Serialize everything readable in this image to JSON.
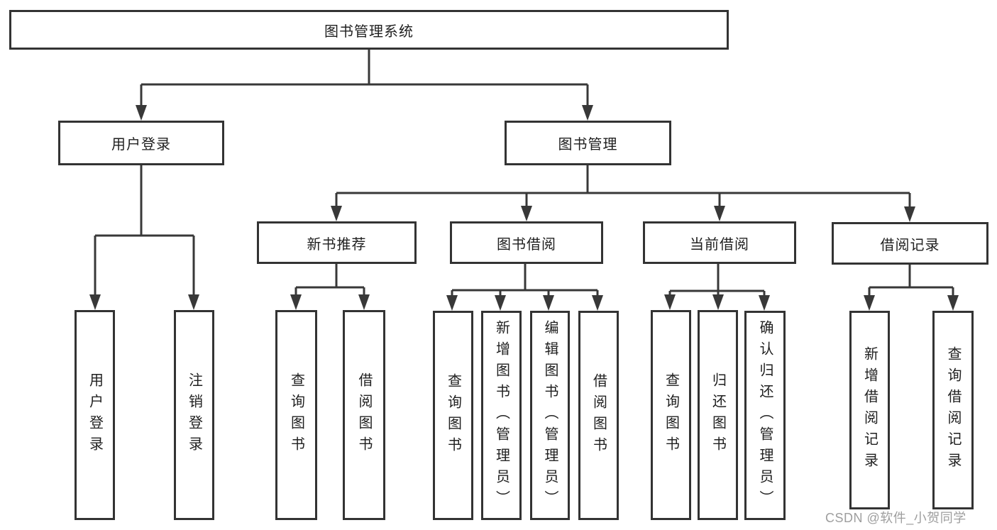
{
  "diagram": {
    "title": "图书管理系统",
    "root": {
      "label": "图书管理系统"
    },
    "login": {
      "label": "用户登录",
      "children": [
        {
          "label": "用户登录"
        },
        {
          "label": "注销登录"
        }
      ]
    },
    "manage": {
      "label": "图书管理",
      "sections": [
        {
          "label": "新书推荐",
          "children": [
            {
              "label": "查询图书"
            },
            {
              "label": "借阅图书"
            }
          ]
        },
        {
          "label": "图书借阅",
          "children": [
            {
              "label": "查询图书"
            },
            {
              "label": "新增图书（管理员）"
            },
            {
              "label": "编辑图书（管理员）"
            },
            {
              "label": "借阅图书"
            }
          ]
        },
        {
          "label": "当前借阅",
          "children": [
            {
              "label": "查询图书"
            },
            {
              "label": "归还图书"
            },
            {
              "label": "确认归还（管理员）"
            }
          ]
        },
        {
          "label": "借阅记录",
          "children": [
            {
              "label": "新增借阅记录"
            },
            {
              "label": "查询借阅记录"
            }
          ]
        }
      ]
    }
  },
  "watermark": {
    "text": "CSDN @软件_小贺同学"
  },
  "colors": {
    "line": "#383838",
    "box_border": "#333333",
    "text": "#1f1f1f",
    "watermark": "#9e9e9e",
    "background": "#ffffff"
  }
}
